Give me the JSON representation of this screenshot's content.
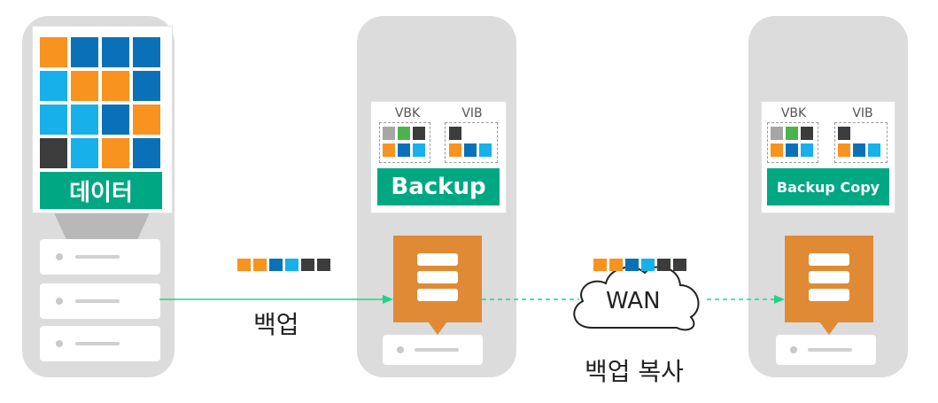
{
  "source": {
    "data_label": "데이터"
  },
  "backup_server": {
    "title": "Backup",
    "vbk_label": "VBK",
    "vib_label": "VIB"
  },
  "copy_server": {
    "title": "Backup Copy",
    "vbk_label": "VBK",
    "vib_label": "VIB"
  },
  "flows": {
    "backup_label": "백업",
    "wan_label": "WAN",
    "backup_copy_label": "백업 복사"
  },
  "colors": {
    "orange": "#f7931e",
    "blue": "#0a71b8",
    "cyan": "#17b0ea",
    "dark": "#3c3c3c",
    "gray": "#a6a6a6",
    "green": "#4bb34b",
    "accent_green": "#00a783",
    "server_bg": "#dcdcdc",
    "repo_orange": "#e08a35",
    "arrow_green": "#1ed38a"
  }
}
